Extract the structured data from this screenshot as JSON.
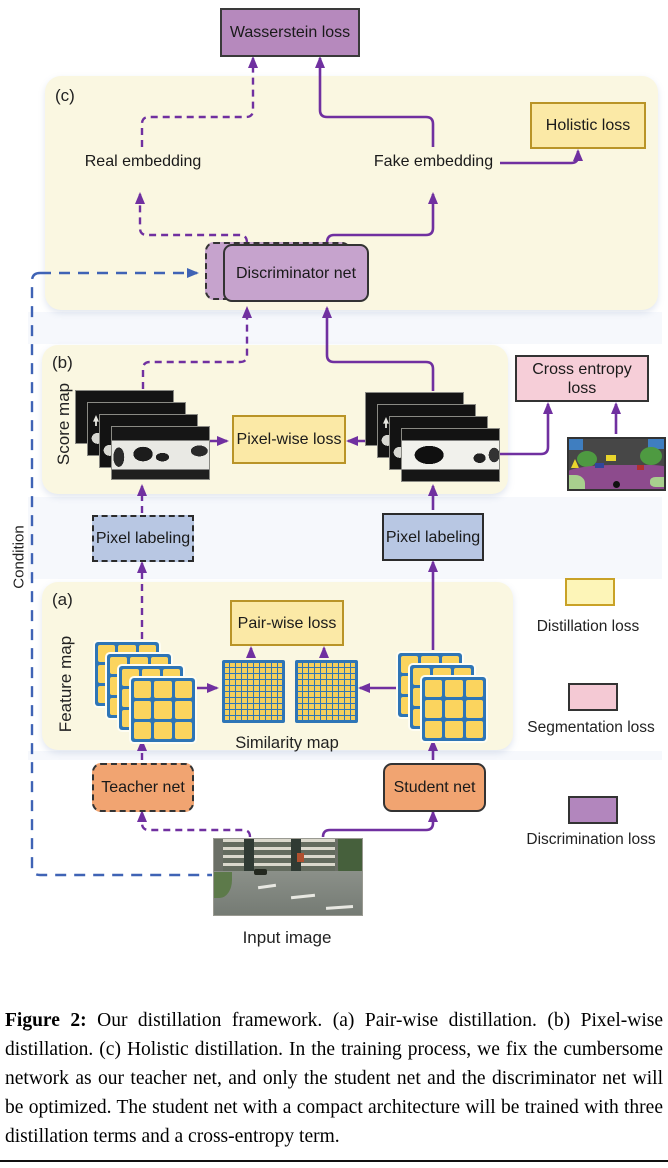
{
  "diagram": {
    "panel_labels": {
      "a": "(a)",
      "b": "(b)",
      "c": "(c)"
    },
    "boxes": {
      "wasserstein_loss": "Wasserstein loss",
      "holistic_loss": "Holistic loss",
      "discriminator_net": "Discriminator net",
      "pixel_wise_loss": "Pixel-wise loss",
      "cross_entropy_loss": "Cross entropy loss",
      "pixel_labeling_teacher": "Pixel labeling",
      "pixel_labeling_student": "Pixel labeling",
      "pair_wise_loss": "Pair-wise loss",
      "teacher_net": "Teacher net",
      "student_net": "Student net"
    },
    "labels": {
      "real_embedding": "Real embedding",
      "fake_embedding": "Fake embedding",
      "score_map": "Score map",
      "feature_map": "Feature map",
      "similarity_map": "Similarity map",
      "condition": "Condition",
      "input_image": "Input image"
    },
    "legend": [
      {
        "label": "Distillation loss",
        "color": "#fdf5b8",
        "border": "#c9a227"
      },
      {
        "label": "Segmentation loss",
        "color": "#f4c9d4",
        "border": "#333333"
      },
      {
        "label": "Discrimination loss",
        "color": "#b286bd",
        "border": "#333333"
      }
    ],
    "colors": {
      "arrow_purple": "#7030a0",
      "condition_blue": "#3f63b5",
      "panel_background": "#faf7e1",
      "loss_yellow": "#fbe9a6",
      "loss_pink": "#f6ced8",
      "wasserstein_purple": "#b689bd",
      "discriminator_purple": "#c6a3cd",
      "net_orange": "#f1a471",
      "labeling_blue": "#b8c7e3",
      "feature_cell_yellow": "#fbd45e",
      "feature_grid_blue": "#2e75b6"
    }
  },
  "caption": {
    "label": "Figure 2:",
    "text": " Our distillation framework. (a) Pair-wise distillation. (b) Pixel-wise distillation. (c) Holistic distillation. In the training process, we fix the cumbersome network as our teacher net, and only the student net and the discriminator net will be optimized. The student net with a compact architecture will be trained with three distillation terms and a cross-entropy term."
  }
}
